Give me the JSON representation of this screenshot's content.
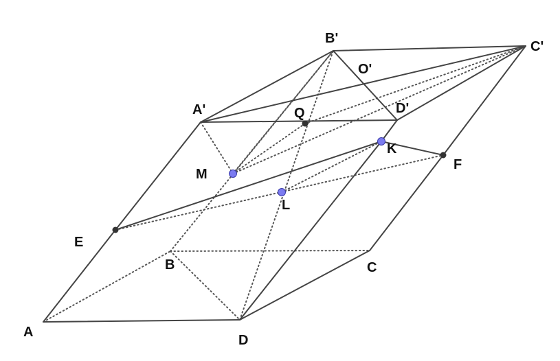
{
  "figure": {
    "points": [
      {
        "id": "A",
        "label": "A"
      },
      {
        "id": "B",
        "label": "B"
      },
      {
        "id": "C",
        "label": "C"
      },
      {
        "id": "D",
        "label": "D"
      },
      {
        "id": "A1",
        "label": "A'"
      },
      {
        "id": "B1",
        "label": "B'"
      },
      {
        "id": "C1",
        "label": "C'"
      },
      {
        "id": "D1",
        "label": "D'"
      },
      {
        "id": "O1",
        "label": "O'"
      },
      {
        "id": "Q",
        "label": "Q"
      },
      {
        "id": "M",
        "label": "M"
      },
      {
        "id": "K",
        "label": "K"
      },
      {
        "id": "L",
        "label": "L"
      },
      {
        "id": "E",
        "label": "E"
      },
      {
        "id": "F",
        "label": "F"
      }
    ],
    "colors": {
      "edge": "#444444",
      "highlight_point": "#7b7bf0",
      "plain_point": "#333333"
    }
  }
}
